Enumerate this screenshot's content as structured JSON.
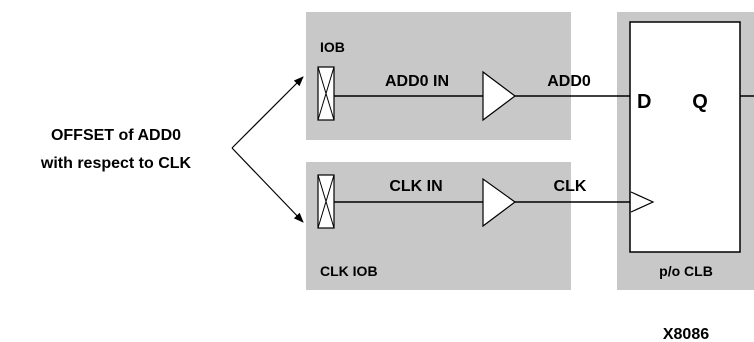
{
  "offset_label": {
    "line1": "OFFSET of ADD0",
    "line2": "with respect to CLK"
  },
  "iob": {
    "title": "IOB",
    "signal_in": "ADD0 IN",
    "signal_out": "ADD0"
  },
  "clk_iob": {
    "title": "CLK IOB",
    "signal_in": "CLK IN",
    "signal_out": "CLK"
  },
  "clb": {
    "d_label": "D",
    "q_label": "Q",
    "caption": "p/o CLB"
  },
  "figure_id": "X8086",
  "colors": {
    "block_fill": "#c8c8c8",
    "line": "#000000"
  }
}
